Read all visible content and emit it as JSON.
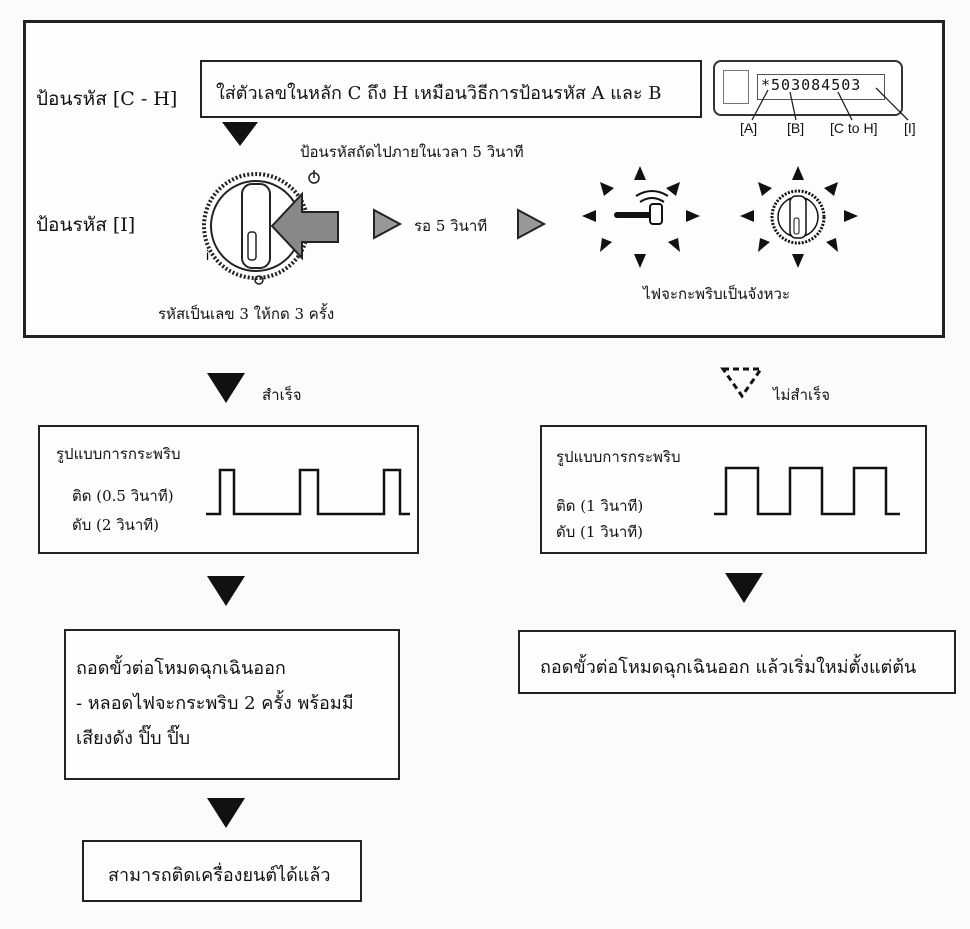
{
  "top": {
    "row1_label": "ป้อนรหัส [C - H]",
    "row1_instruction": "ใส่ตัวเลขในหลัก C ถึง H เหมือนวิธีการป้อนรหัส A และ B",
    "code_display": "*503084503",
    "code_labels": [
      "[A]",
      "[B]",
      "[C to H]",
      "[I]"
    ],
    "next_code_note": "ป้อนรหัสถัดไปภายในเวลา 5 วินาที",
    "row2_label": "ป้อนรหัส [I]",
    "press_note": "รหัสเป็นเลข 3 ให้กด 3 ครั้ง",
    "wait_label": "รอ 5 วินาที",
    "blink_note": "ไฟจะกะพริบเป็นจังหวะ"
  },
  "success": {
    "label": "สำเร็จ",
    "pattern_title": "รูปแบบการกระพริบ",
    "on_text": "ติด (0.5 วินาที)",
    "off_text": "ดับ (2 วินาที)",
    "step_lines": [
      "ถอดขั้วต่อโหมดฉุกเฉินออก",
      "- หลอดไฟจะกระพริบ 2 ครั้ง พร้อมมี",
      "เสียงดัง ปิ๊บ ปิ๊บ"
    ],
    "final": "สามารถติดเครื่องยนต์ได้แล้ว"
  },
  "failure": {
    "label": "ไม่สำเร็จ",
    "pattern_title": "รูปแบบการกระพริบ",
    "on_text": "ติด (1 วินาที)",
    "off_text": "ดับ (1 วินาที)",
    "step": "ถอดขั้วต่อโหมดฉุกเฉินออก แล้วเริ่มใหม่ตั้งแต่ต้น"
  },
  "icons": [
    "down-arrow-icon",
    "dial-knob-icon",
    "push-arrow-icon",
    "play-arrow-icon",
    "blinking-key-icon",
    "blinking-dial-icon",
    "dashed-down-arrow-icon"
  ]
}
